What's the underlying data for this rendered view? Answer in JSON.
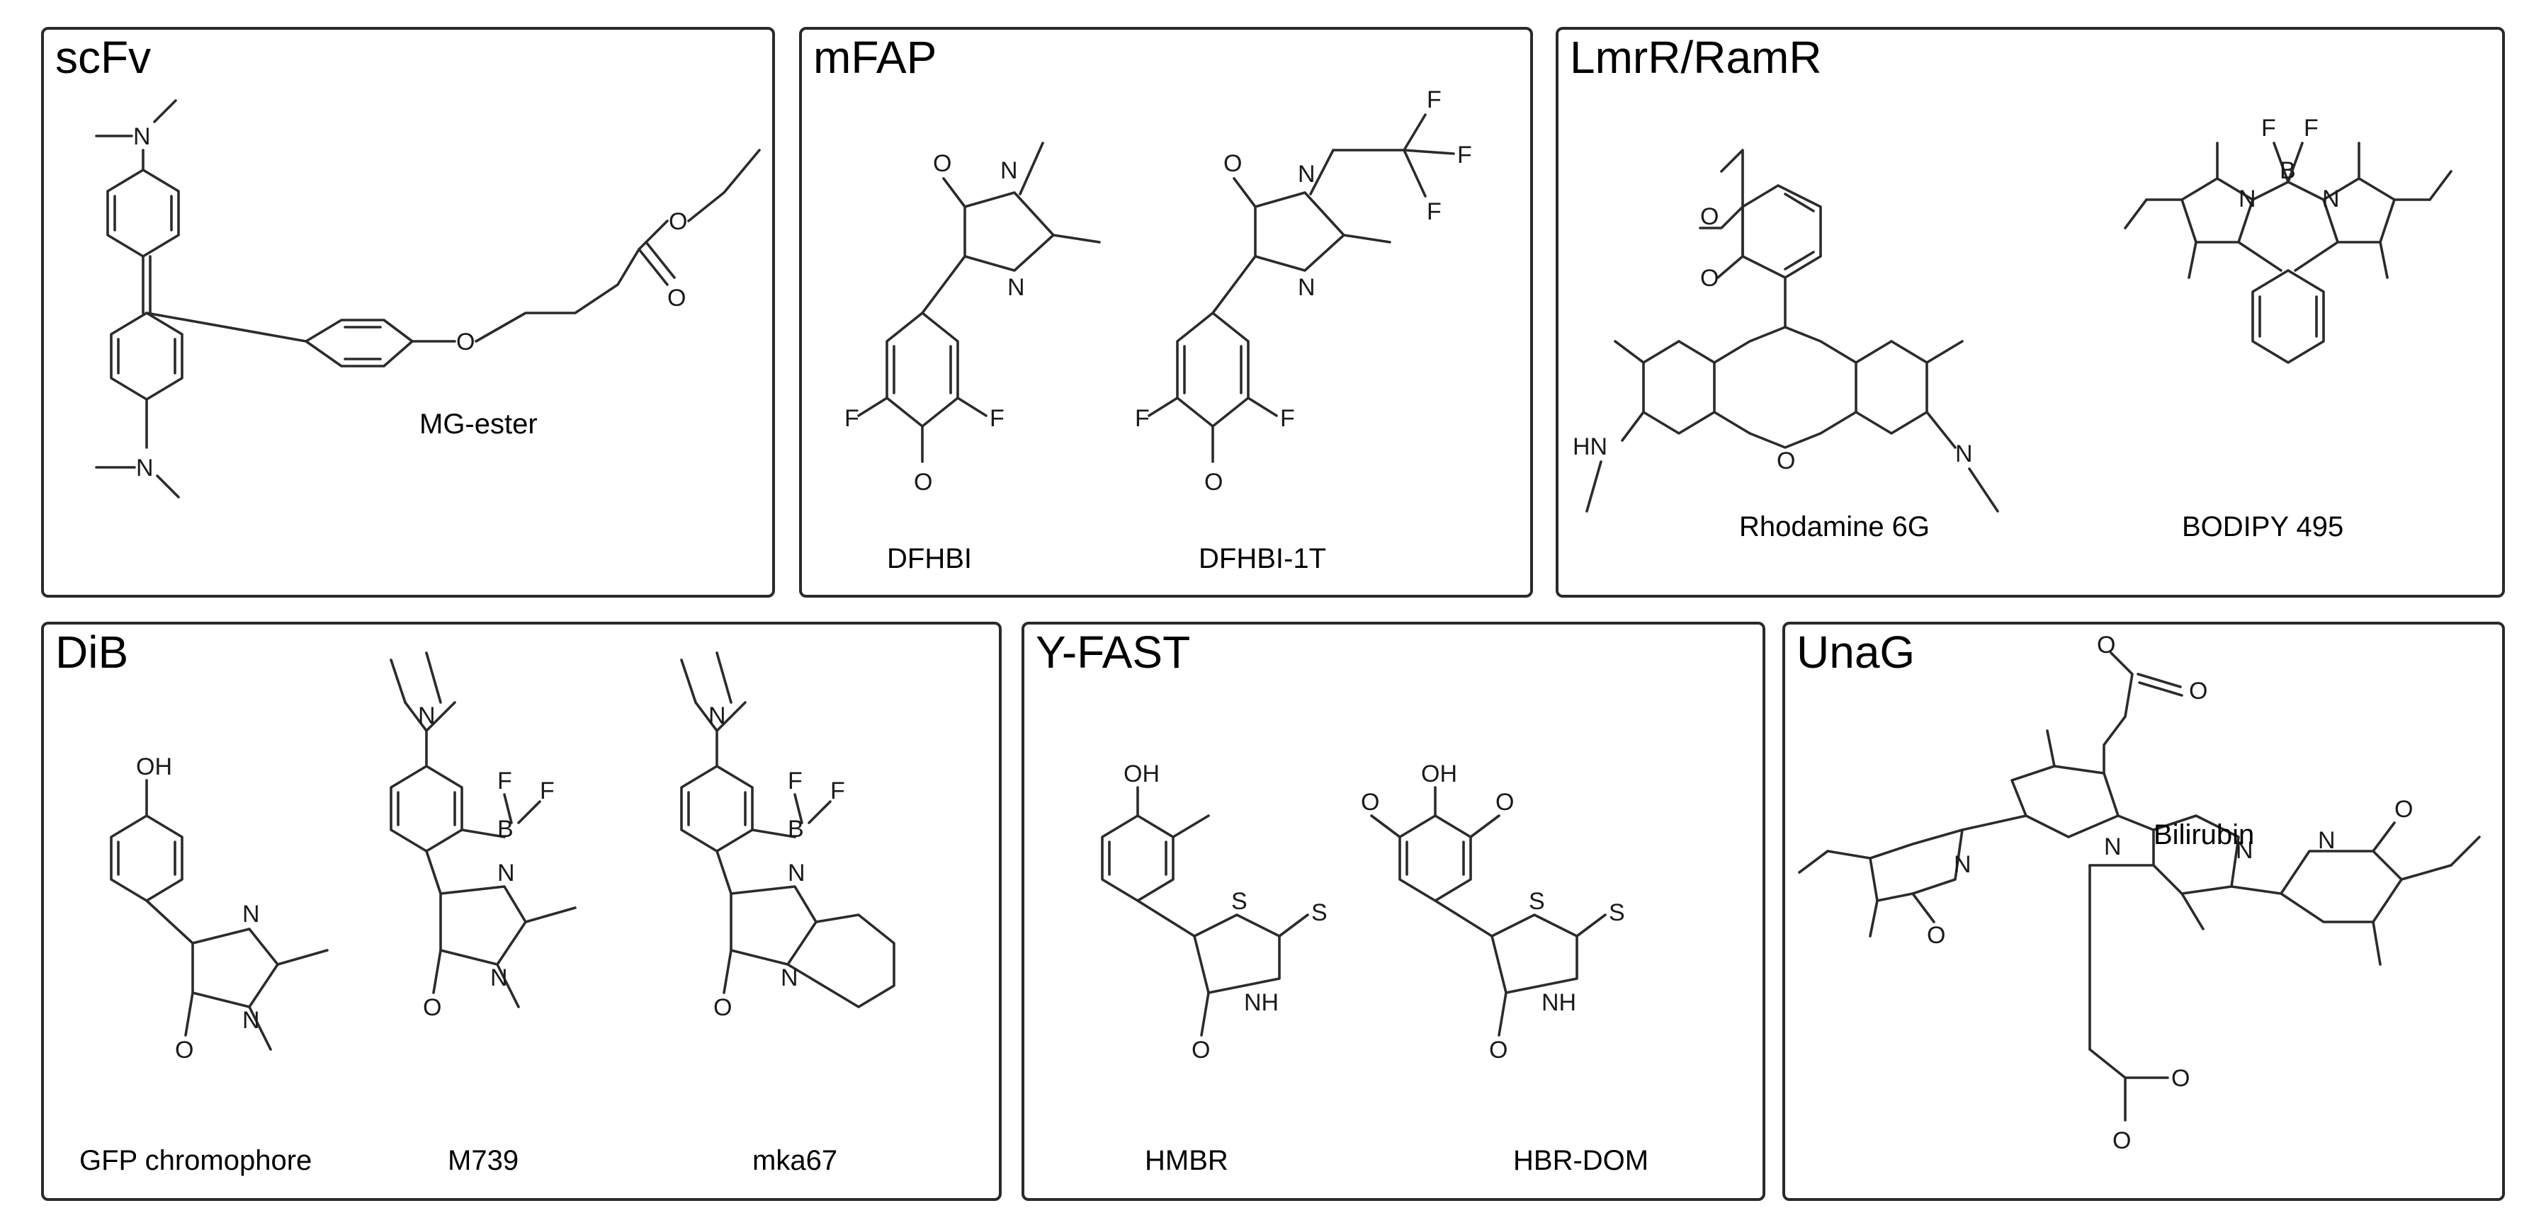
{
  "panels": {
    "scfv": {
      "title": "scFv",
      "labels": [
        "MG-ester"
      ]
    },
    "mfap": {
      "title": "mFAP",
      "labels": [
        "DFHBI",
        "DFHBI-1T"
      ]
    },
    "lmrr": {
      "title": "LmrR/RamR",
      "labels": [
        "Rhodamine 6G",
        "BODIPY 495"
      ]
    },
    "dib": {
      "title": "DiB",
      "labels": [
        "GFP chromophore",
        "M739",
        "mka67"
      ]
    },
    "yfast": {
      "title": "Y-FAST",
      "labels": [
        "HMBR",
        "HBR-DOM"
      ]
    },
    "unag": {
      "title": "UnaG",
      "labels": [
        "Bilirubin"
      ]
    }
  },
  "atoms": {
    "N": "N",
    "O": "O",
    "F": "F",
    "S": "S",
    "B": "B",
    "HN": "HN",
    "OH": "OH",
    "NH": "NH"
  }
}
